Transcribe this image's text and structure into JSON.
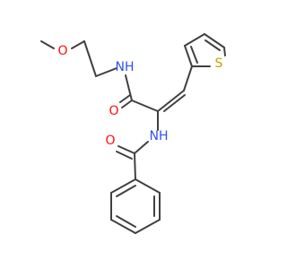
{
  "molecule": {
    "atoms": {
      "methoxy_o": {
        "label": "O",
        "color": "#ff0d0d"
      },
      "amide_nh": {
        "label": "NH",
        "color": "#3050f8"
      },
      "amide_o": {
        "label": "O",
        "color": "#ff0d0d"
      },
      "enamide_nh": {
        "label": "NH",
        "color": "#3050f8"
      },
      "benzoyl_o": {
        "label": "O",
        "color": "#ff0d0d"
      },
      "thiophene_s": {
        "label": "S",
        "color": "#c8a000"
      }
    },
    "bond_color": "#404040"
  }
}
